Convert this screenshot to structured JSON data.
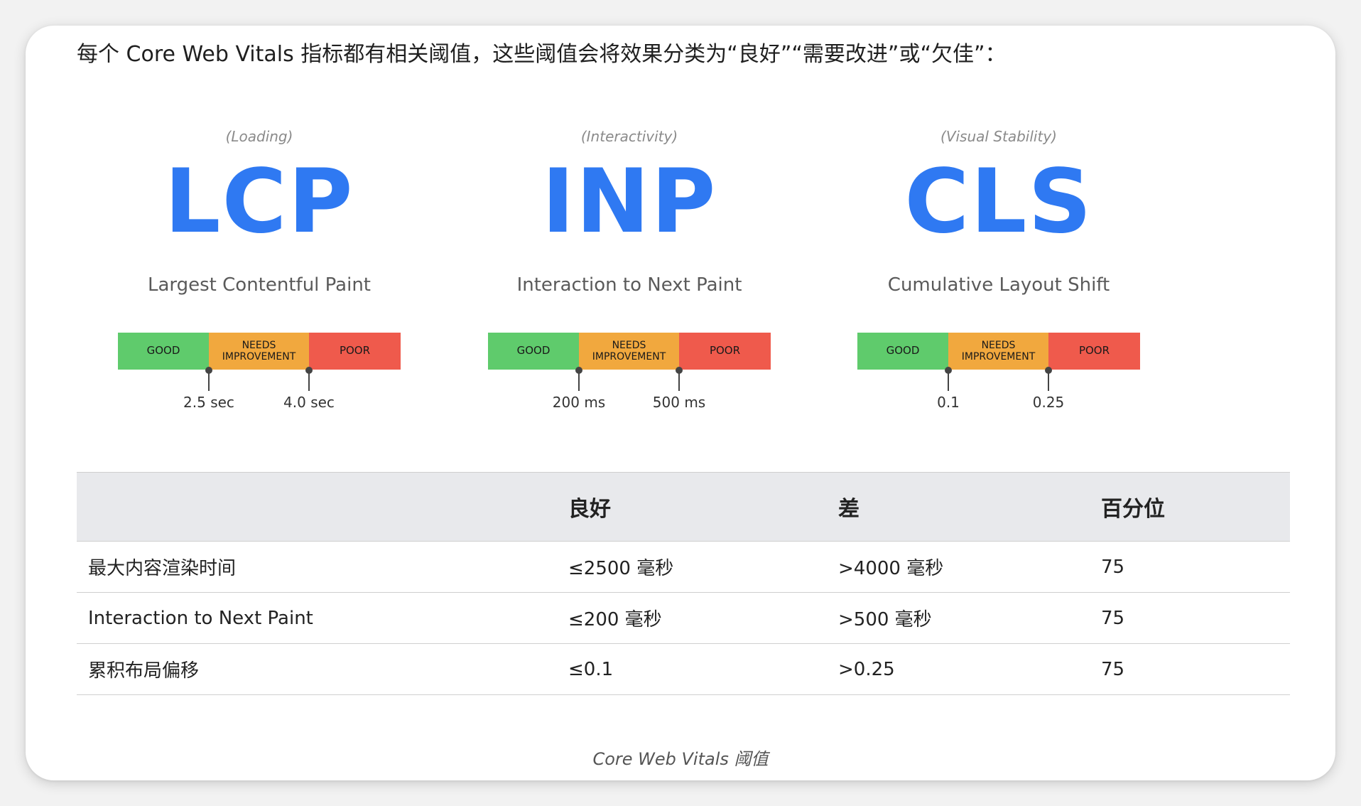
{
  "intro": "每个 Core Web Vitals 指标都有相关阈值，这些阈值会将效果分类为“良好”“需要改进”或“欠佳”：",
  "metrics": [
    {
      "category": "(Loading)",
      "abbr": "LCP",
      "name": "Largest Contentful Paint",
      "good": "GOOD",
      "ni": "NEEDS IMPROVEMENT",
      "poor": "POOR",
      "t1": "2.5 sec",
      "t2": "4.0 sec"
    },
    {
      "category": "(Interactivity)",
      "abbr": "INP",
      "name": "Interaction to Next Paint",
      "good": "GOOD",
      "ni": "NEEDS IMPROVEMENT",
      "poor": "POOR",
      "t1": "200 ms",
      "t2": "500 ms"
    },
    {
      "category": "(Visual Stability)",
      "abbr": "CLS",
      "name": "Cumulative Layout Shift",
      "good": "GOOD",
      "ni": "NEEDS IMPROVEMENT",
      "poor": "POOR",
      "t1": "0.1",
      "t2": "0.25"
    }
  ],
  "table": {
    "headers": [
      "",
      "良好",
      "差",
      "百分位"
    ],
    "rows": [
      [
        "最大内容渲染时间",
        "≤2500 毫秒",
        ">4000 毫秒",
        "75"
      ],
      [
        "Interaction to Next Paint",
        "≤200 毫秒",
        ">500 毫秒",
        "75"
      ],
      [
        "累积布局偏移",
        "≤0.1",
        ">0.25",
        "75"
      ]
    ]
  },
  "caption": "Core Web Vitals 阈值",
  "colors": {
    "accent": "#2f79f2",
    "good": "#5fcb6c",
    "needs_improvement": "#f1a83e",
    "poor": "#ef5a4c"
  }
}
